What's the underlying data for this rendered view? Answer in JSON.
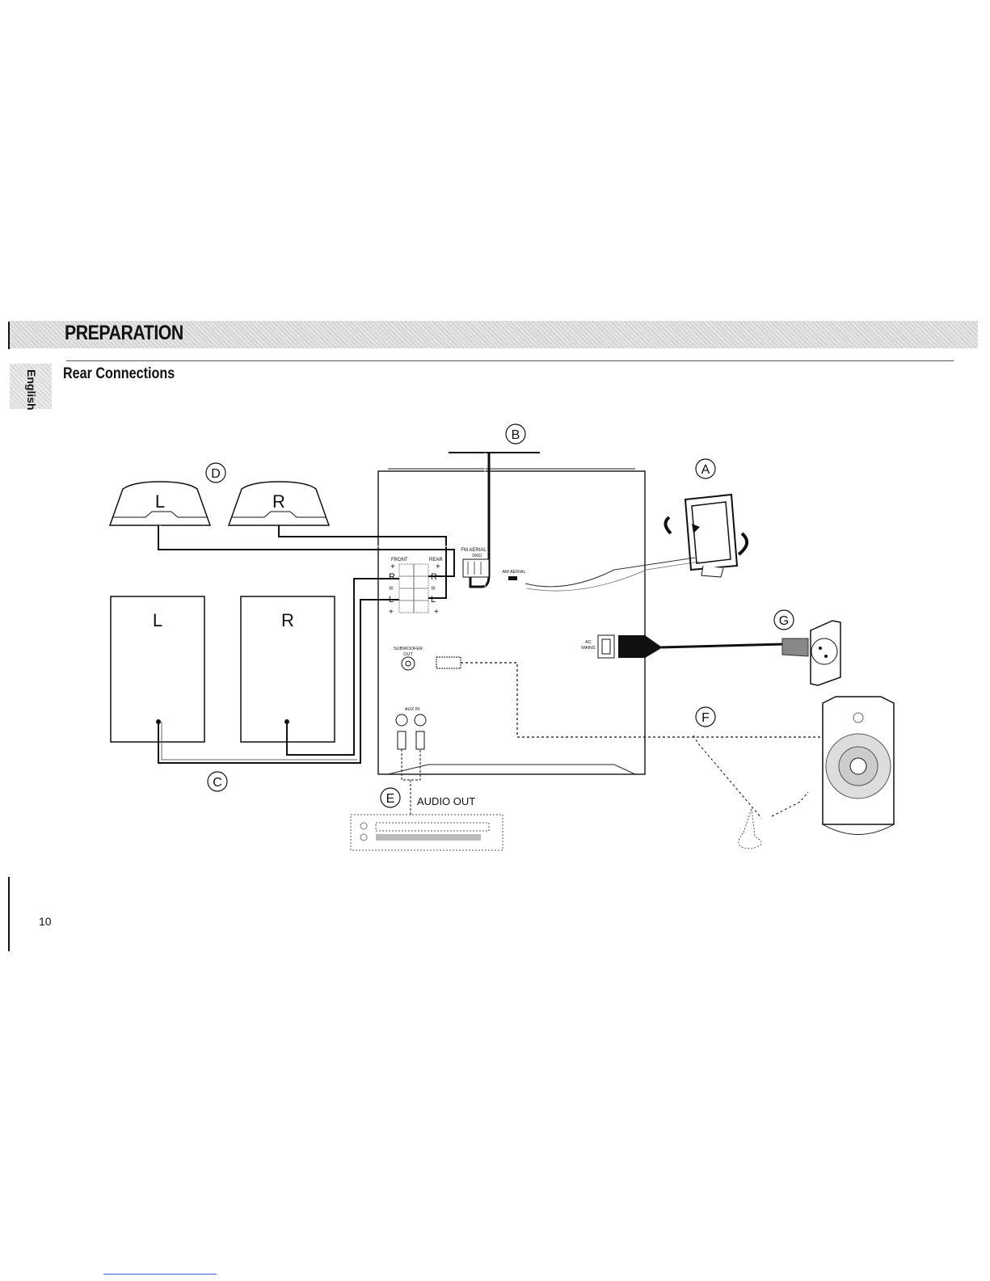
{
  "header": {
    "section_title": "PREPARATION",
    "language_tab": "English"
  },
  "page": {
    "subtitle": "Rear Connections",
    "page_number": "10"
  },
  "callouts": {
    "a": "A",
    "b": "B",
    "c": "C",
    "d": "D",
    "e": "E",
    "f": "F",
    "g": "G"
  },
  "speakers": {
    "rear_left": "L",
    "rear_right": "R",
    "front_left": "L",
    "front_right": "R"
  },
  "panel_labels": {
    "front": "FRONT",
    "rear": "REAR",
    "fm_aerial": "FM AERIAL",
    "fm_ohm": "300Ω",
    "am_aerial": "AM AERIAL",
    "ac_mains": "AC",
    "ac_mains2": "MAINS",
    "subwoofer": "SUBWOOFER",
    "subwoofer2": "OUT",
    "aux_in": "AUX IN",
    "terminal_r": "R",
    "terminal_l": "L",
    "plus": "+",
    "minus": "="
  },
  "devices": {
    "audio_out": "AUDIO OUT"
  }
}
